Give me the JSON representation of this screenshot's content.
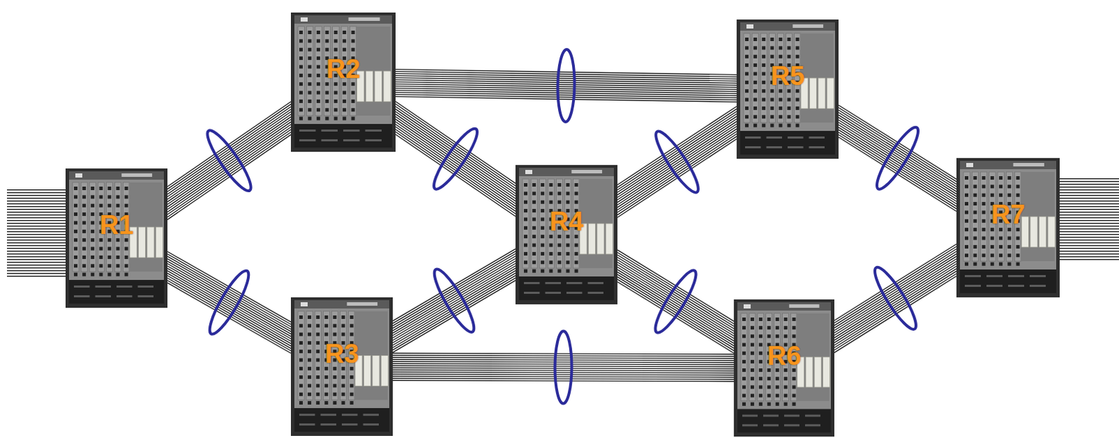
{
  "diagram": {
    "nodes": [
      {
        "text": [
          "R1"
        ]
      },
      {
        "text": [
          "R2"
        ]
      },
      {
        "text": [
          "R3"
        ]
      },
      {
        "text": [
          "R4"
        ]
      },
      {
        "text": [
          "R5"
        ]
      },
      {
        "text": [
          "R6"
        ]
      },
      {
        "text": [
          "R7"
        ]
      }
    ],
    "edges": [
      {
        "from": 0,
        "to": 1,
        "arrow": "none"
      },
      {
        "from": 0,
        "to": 2,
        "arrow": "none"
      },
      {
        "from": 1,
        "to": 4,
        "arrow": "none"
      },
      {
        "from": 1,
        "to": 3,
        "arrow": "none"
      },
      {
        "from": 2,
        "to": 3,
        "arrow": "none"
      },
      {
        "from": 2,
        "to": 5,
        "arrow": "none"
      },
      {
        "from": 3,
        "to": 4,
        "arrow": "none"
      },
      {
        "from": 3,
        "to": 5,
        "arrow": "none"
      },
      {
        "from": 4,
        "to": 6,
        "arrow": "none"
      },
      {
        "from": 5,
        "to": 6,
        "arrow": "none"
      }
    ]
  }
}
